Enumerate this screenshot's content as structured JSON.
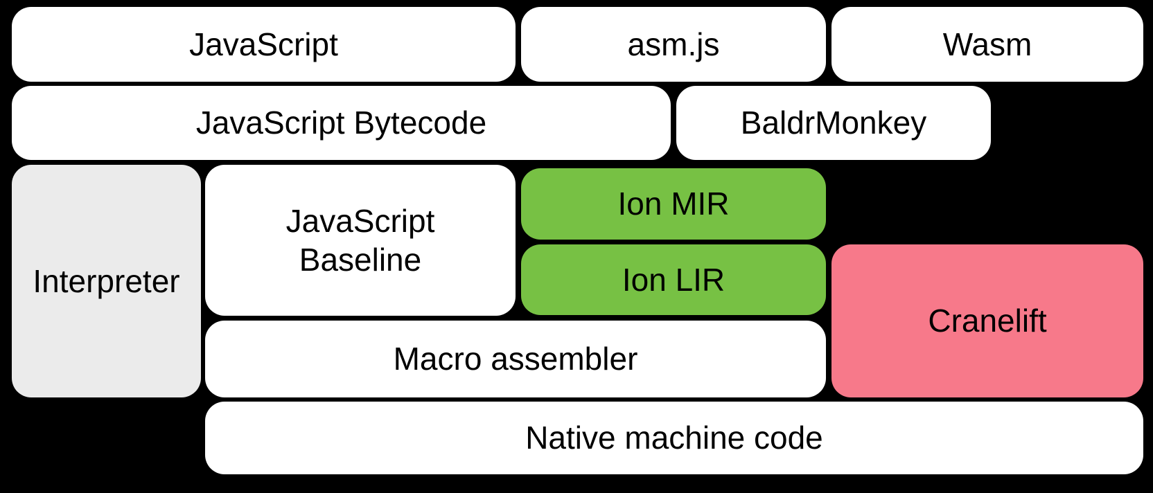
{
  "colors": {
    "background": "#000000",
    "box_white": "#ffffff",
    "box_gray": "#EBEBEB",
    "box_green": "#77C144",
    "box_pink": "#F7798A",
    "text": "#000000"
  },
  "boxes": [
    {
      "id": "javascript",
      "label": "JavaScript",
      "fill": "white"
    },
    {
      "id": "asmjs",
      "label": "asm.js",
      "fill": "white"
    },
    {
      "id": "wasm",
      "label": "Wasm",
      "fill": "white"
    },
    {
      "id": "js-bytecode",
      "label": "JavaScript Bytecode",
      "fill": "white"
    },
    {
      "id": "baldrmonkey",
      "label": "BaldrMonkey",
      "fill": "white"
    },
    {
      "id": "interpreter",
      "label": "Interpreter",
      "fill": "gray"
    },
    {
      "id": "js-baseline",
      "lines": [
        "JavaScript",
        "Baseline"
      ],
      "fill": "white"
    },
    {
      "id": "ion-mir",
      "label": "Ion MIR",
      "fill": "green"
    },
    {
      "id": "ion-lir",
      "label": "Ion LIR",
      "fill": "green"
    },
    {
      "id": "cranelift",
      "label": "Cranelift",
      "fill": "pink"
    },
    {
      "id": "macro-assembler",
      "label": "Macro assembler",
      "fill": "white"
    },
    {
      "id": "native-machine-code",
      "label": "Native machine code",
      "fill": "white"
    }
  ]
}
